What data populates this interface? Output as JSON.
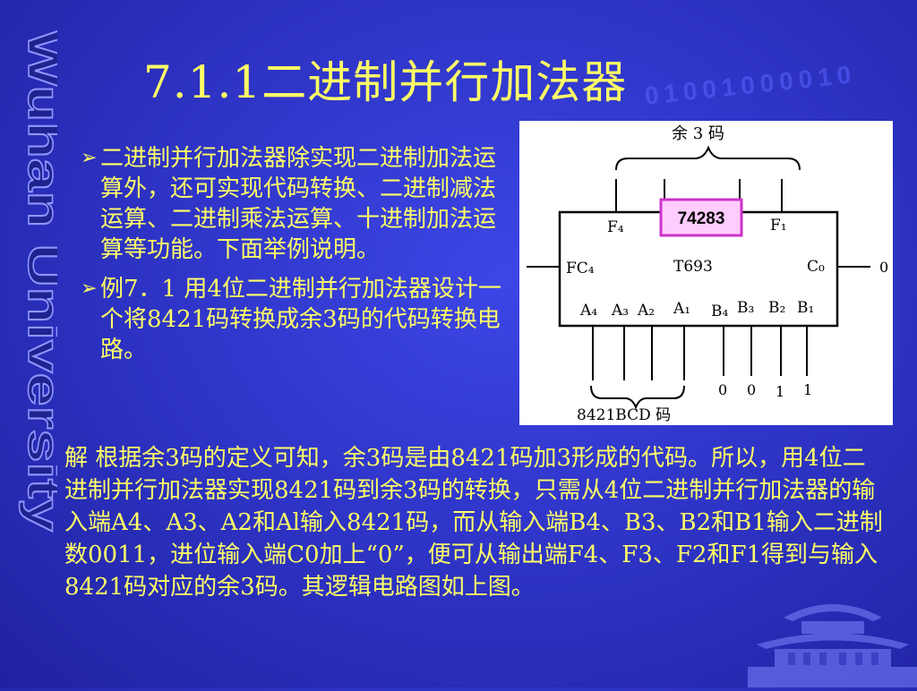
{
  "title": "7.1.1二进制并行加法器",
  "side_logo": "Wuhan University",
  "watermark_digits": "01001000010",
  "bullets": [
    {
      "marker": "➢",
      "text": "二进制并行加法器除实现二进制加法运算外，还可实现代码转换、二进制减法运算、二进制乘法运算、十进制加法运算等功能。下面举例说明。"
    },
    {
      "marker": "➢",
      "text": "例7．1 用4位二进制并行加法器设计一个将8421码转换成余3码的代码转换电路。"
    }
  ],
  "diagram": {
    "top_label": "余 3 码",
    "chip_tag": "74283",
    "chip_name": "T693",
    "pins": {
      "f4": "F₄",
      "f1": "F₁",
      "fc4": "FC₄",
      "c0": "C₀",
      "a4": "A₄",
      "a3": "A₃",
      "a2": "A₂",
      "a1": "A₁",
      "b4": "B₄",
      "b3": "B₃",
      "b2": "B₂",
      "b1": "B₁"
    },
    "carry_in_value": "0",
    "b_inputs": [
      "0",
      "0",
      "1",
      "1"
    ],
    "bottom_label": "8421BCD 码",
    "colors": {
      "chip_tag_border": "#cc33cc",
      "chip_tag_fill": "#ffccff"
    }
  },
  "solution": "解 根据余3码的定义可知，余3码是由8421码加3形成的代码。所以，用4位二进制并行加法器实现8421码到余3码的转换，只需从4位二进制并行加法器的输入端A4、A3、A2和Al输入8421码，而从输入端B4、B3、B2和B1输入二进制数0011，进位输入端C0加上“0”，便可从输出端F4、F3、F2和F1得到与输入8421码对应的余3码。其逻辑电路图如上图。"
}
